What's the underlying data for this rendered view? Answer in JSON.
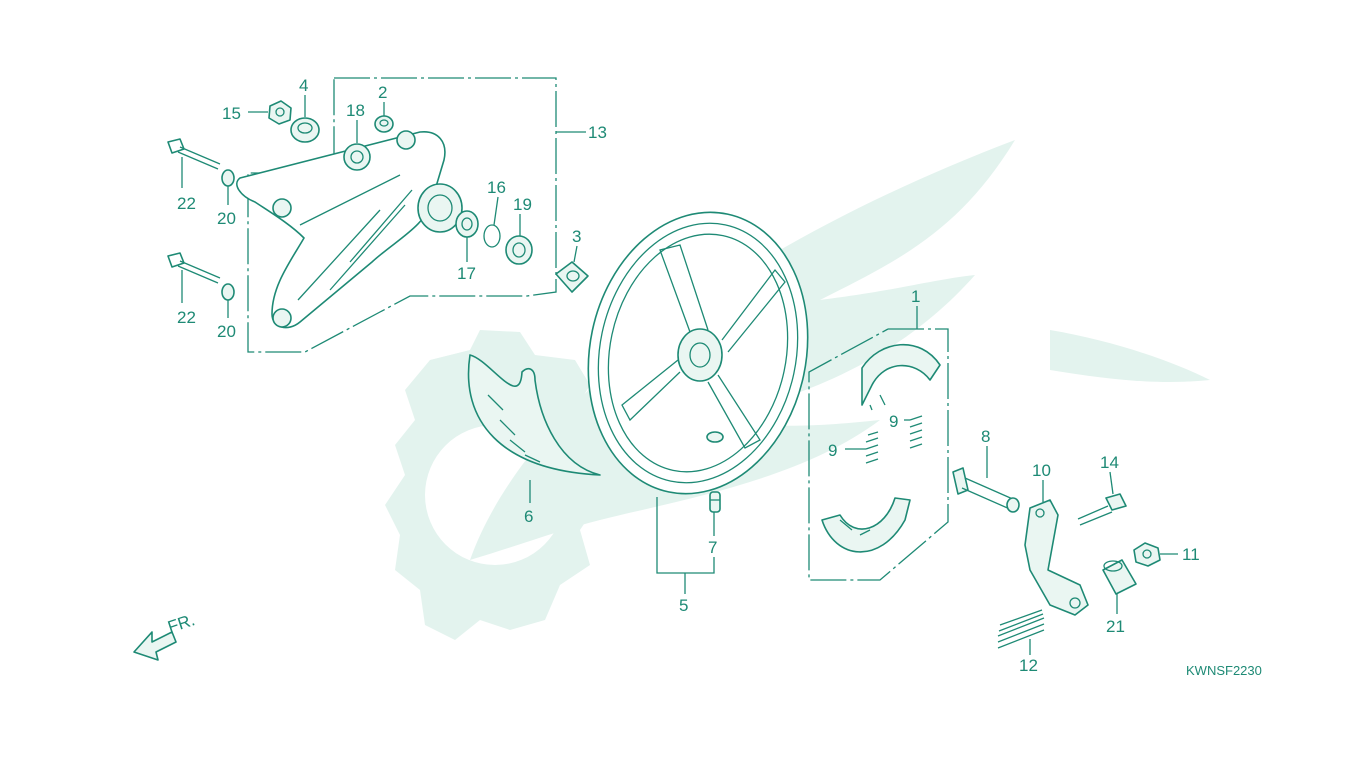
{
  "diagram": {
    "drawing_code": "KWNSF2230",
    "direction_label": "FR.",
    "colors": {
      "line": "#1e8a75",
      "watermark": "#e3f3ee",
      "background": "#ffffff"
    },
    "callouts": {
      "c1": "1",
      "c2": "2",
      "c3": "3",
      "c4": "4",
      "c5": "5",
      "c6": "6",
      "c7": "7",
      "c8": "8",
      "c9a": "9",
      "c9b": "9",
      "c10": "10",
      "c11": "11",
      "c12": "12",
      "c13": "13",
      "c14": "14",
      "c15": "15",
      "c16": "16",
      "c17": "17",
      "c18": "18",
      "c19": "19",
      "c20a": "20",
      "c20b": "20",
      "c21": "21",
      "c22a": "22",
      "c22b": "22"
    }
  }
}
